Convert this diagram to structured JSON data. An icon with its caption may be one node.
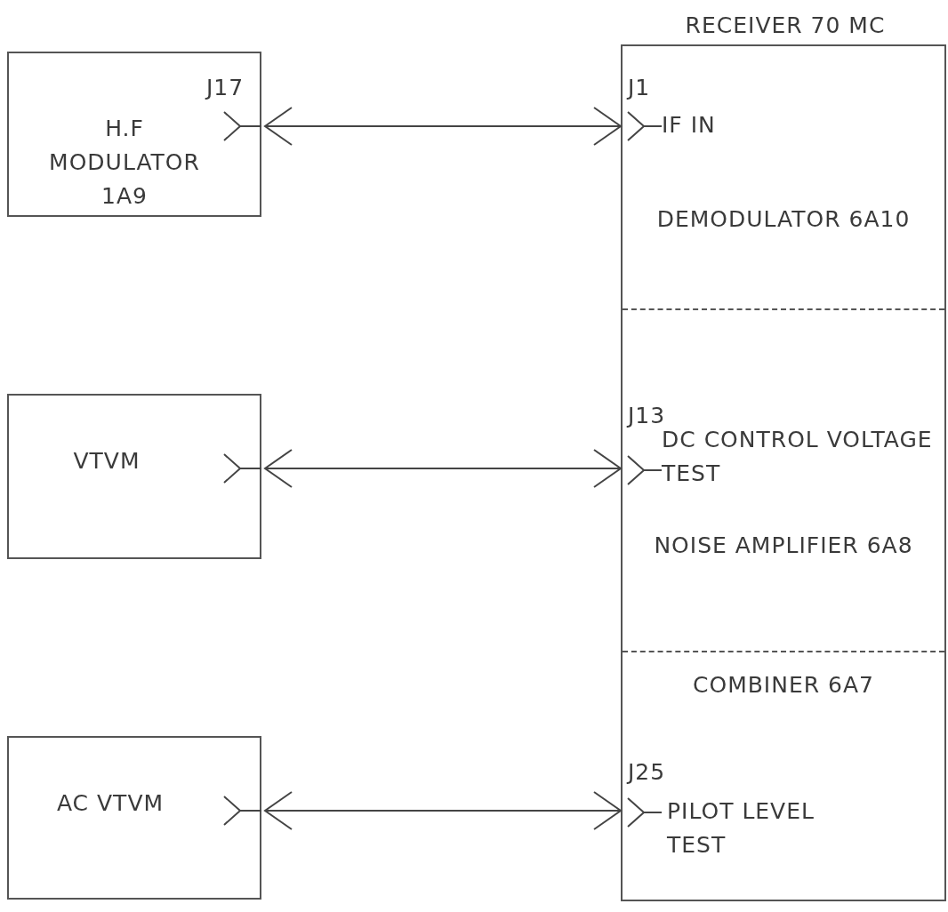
{
  "diagram": {
    "nodes": [
      {
        "text": [
          "J17",
          "H.F MODULATOR 1A9"
        ]
      },
      {
        "text": [
          "VTVM"
        ]
      },
      {
        "text": [
          "AC VTVM"
        ]
      },
      {
        "text": [
          "RECEIVER 70 MC"
        ]
      },
      {
        "text": [
          "J1",
          "IF IN",
          "DEMODULATOR 6A10"
        ],
        "in": 3
      },
      {
        "text": [
          "J13",
          "DC CONTROL VOLTAGE TEST",
          "NOISE AMPLIFIER 6A8"
        ],
        "in": 3
      },
      {
        "text": [
          "COMBINER 6A7",
          "J25",
          "PILOT LEVEL TEST"
        ],
        "in": 3
      }
    ],
    "edges": [
      {
        "from": 0,
        "to": 4,
        "arrow": "both"
      },
      {
        "from": 1,
        "to": 5,
        "arrow": "both"
      },
      {
        "from": 2,
        "to": 6,
        "arrow": "both"
      }
    ]
  }
}
